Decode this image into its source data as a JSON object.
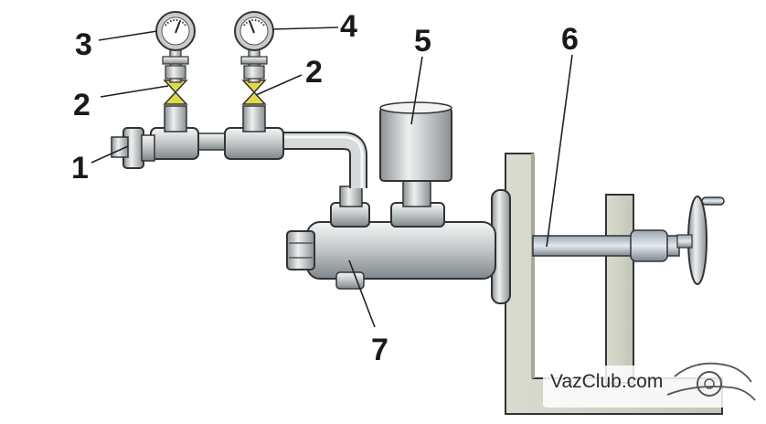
{
  "callouts": {
    "c1": "1",
    "c2a": "2",
    "c2b": "2",
    "c3": "3",
    "c4": "4",
    "c5": "5",
    "c6": "6",
    "c7": "7"
  },
  "watermark": "VazClub.com",
  "colors": {
    "metal_light": "#e8eaeb",
    "metal_mid": "#b9bdbf",
    "metal_dark": "#7d8285",
    "frame": "#cdd0c2",
    "frame_dark": "#9ea190",
    "valve": "#e2d84a",
    "outline": "#333333"
  }
}
